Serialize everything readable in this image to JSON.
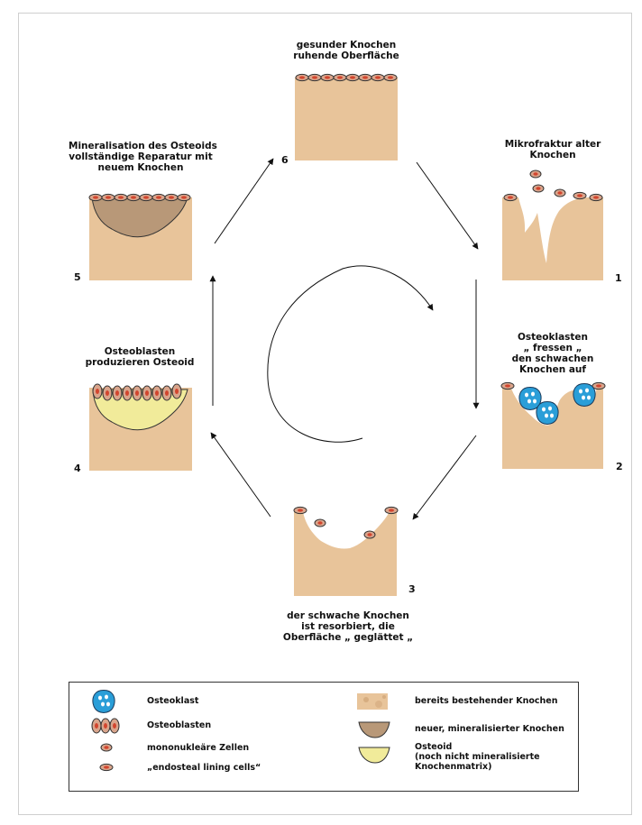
{
  "stages": {
    "s6": {
      "title_line1": "gesunder Knochen",
      "title_line2": "ruhende Oberfläche",
      "number": "6"
    },
    "s1": {
      "title_line1": "Mikrofraktur alter",
      "title_line2": "Knochen",
      "number": "1"
    },
    "s2": {
      "title_line1": "Osteoklasten",
      "title_line2": "„ fressen „",
      "title_line3": "den schwachen",
      "title_line4": "Knochen auf",
      "number": "2"
    },
    "s3": {
      "title_line1": "der schwache Knochen",
      "title_line2": "ist resorbiert, die",
      "title_line3": "Oberfläche „ geglättet „",
      "number": "3"
    },
    "s4": {
      "title_line1": "Osteoblasten",
      "title_line2": "produzieren Osteoid",
      "number": "4"
    },
    "s5": {
      "title_line1": "Mineralisation des Osteoids",
      "title_line2": "vollständige Reparatur mit",
      "title_line3": "neuem Knochen",
      "number": "5"
    }
  },
  "legend": {
    "osteoklast": "Osteoklast",
    "osteoblasten": "Osteoblasten",
    "mononukleaere": "mononukleäre Zellen",
    "lining": "„endosteal lining cells“",
    "bestehend": "bereits bestehender Knochen",
    "neu": "neuer, mineralisierter Knochen",
    "osteoid_line1": "Osteoid",
    "osteoid_line2": "(noch nicht mineralisierte",
    "osteoid_line3": "Knochenmatrix)"
  },
  "colors": {
    "bone": "#e8c49a",
    "bone_spot": "#d6ad80",
    "new_bone": "#b89878",
    "osteoid": "#f1eb9a",
    "cell": "#d9a58c",
    "nucleus": "#d2452e",
    "osteoclast": "#2a9ed8"
  }
}
